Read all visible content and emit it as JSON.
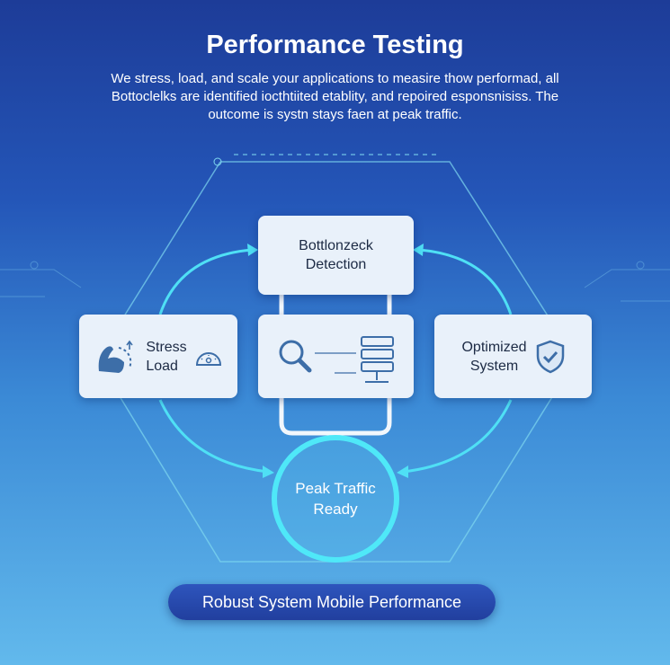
{
  "header": {
    "title": "Performance Testing",
    "description": [
      "We stress, load, and scale your applications to measire thow performad, all",
      "Bottoclelks are identified iocthtiited etablity, and repoired esponsnisiss. The",
      "outcome is systn stays faen at peak traffic."
    ]
  },
  "nodes": {
    "top": {
      "line1": "Bottlonzeck",
      "line2": "Detection"
    },
    "left": {
      "line1": "Stress",
      "line2": "Load",
      "icons": [
        "flexed-arm-icon",
        "gauge-icon"
      ]
    },
    "middle": {
      "icons": [
        "magnifier-icon",
        "server-icon"
      ]
    },
    "right": {
      "line1": "Optimized",
      "line2": "System",
      "icons": [
        "shield-check-icon"
      ]
    },
    "center": {
      "line1": "Peak Traffic",
      "line2": "Ready"
    }
  },
  "footer": {
    "label": "Robust System Mobile Performance"
  },
  "colors": {
    "accent": "#4fe0f5",
    "box": "#e9f1fa",
    "icon": "#3d6ea8",
    "pill": "#2648ad"
  }
}
